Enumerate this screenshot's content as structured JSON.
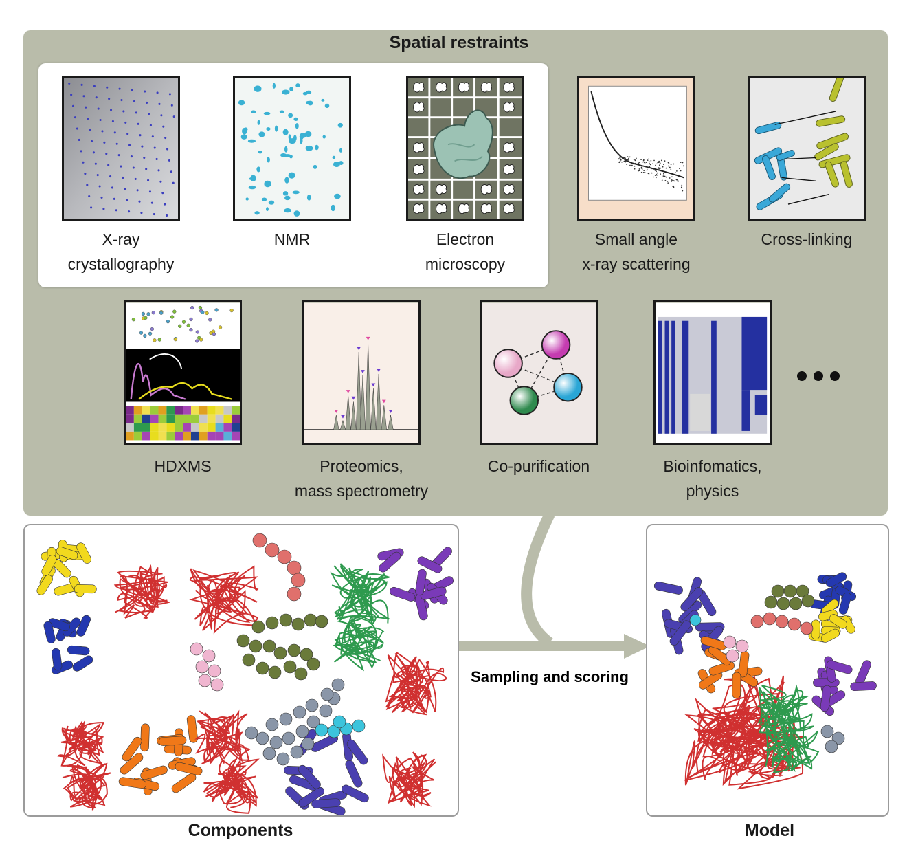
{
  "title": "Spatial restraints",
  "tiles": [
    {
      "line1": "X-ray",
      "line2": "crystallography"
    },
    {
      "line1": "NMR",
      "line2": ""
    },
    {
      "line1": "Electron",
      "line2": "microscopy"
    },
    {
      "line1": "Small angle",
      "line2": "x-ray scattering"
    },
    {
      "line1": "Cross-linking",
      "line2": ""
    },
    {
      "line1": "HDXMS",
      "line2": ""
    },
    {
      "line1": "Proteomics,",
      "line2": "mass spectrometry"
    },
    {
      "line1": "Co-purification",
      "line2": ""
    },
    {
      "line1": "Bioinfomatics,",
      "line2": "physics"
    }
  ],
  "arrow_label": "Sampling and scoring",
  "components_label": "Components",
  "model_label": "Model"
}
